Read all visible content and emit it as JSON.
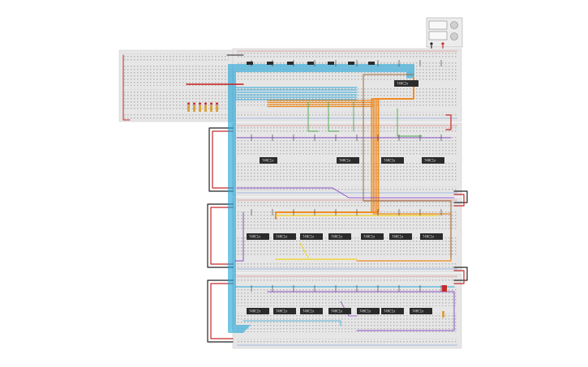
{
  "colors": {
    "board": "#e6e6e6",
    "board_edge": "#cfcfcf",
    "hole": "#9a9a9a",
    "rail_red": "#d33a3a",
    "rail_blue": "#3a6fd3",
    "chip": "#2b2b2b",
    "wire_blue": "#2aa7d8",
    "wire_orange": "#f08a1e",
    "wire_purple": "#8b4fc7",
    "wire_yellow": "#f2d21b",
    "wire_brown": "#9b6a3a",
    "wire_green": "#4aa84a",
    "wire_black": "#222222",
    "wire_red": "#c62828"
  },
  "chips": [
    {
      "name": "chip-top-right",
      "label": "74HC2x"
    },
    {
      "name": "chip-row2-1",
      "label": "74HC1x"
    },
    {
      "name": "chip-row2-2",
      "label": "74HC1x"
    },
    {
      "name": "chip-row2-3",
      "label": "74HC1x"
    },
    {
      "name": "chip-row2-4",
      "label": "74HC1x"
    },
    {
      "name": "chip-row3-1",
      "label": "74HC1x"
    },
    {
      "name": "chip-row3-2",
      "label": "74HC1x"
    },
    {
      "name": "chip-row3-3",
      "label": "74HC1x"
    },
    {
      "name": "chip-row3-4",
      "label": "74HC1x"
    },
    {
      "name": "chip-row3-5",
      "label": "74HC1x"
    },
    {
      "name": "chip-row3-6",
      "label": "74HC1x"
    },
    {
      "name": "chip-row3-7",
      "label": "74HC1x"
    },
    {
      "name": "chip-row4-1",
      "label": "74HC2x"
    },
    {
      "name": "chip-row4-2",
      "label": "74HC1x"
    },
    {
      "name": "chip-row4-3",
      "label": "74HC1x"
    },
    {
      "name": "chip-row4-4",
      "label": "74HC1x"
    },
    {
      "name": "chip-row4-5",
      "label": "74HC1x"
    },
    {
      "name": "chip-row4-6",
      "label": "74HC1x"
    },
    {
      "name": "chip-row4-7",
      "label": "74HC1x"
    }
  ],
  "power_supply": {
    "icon": "power-supply-icon"
  }
}
